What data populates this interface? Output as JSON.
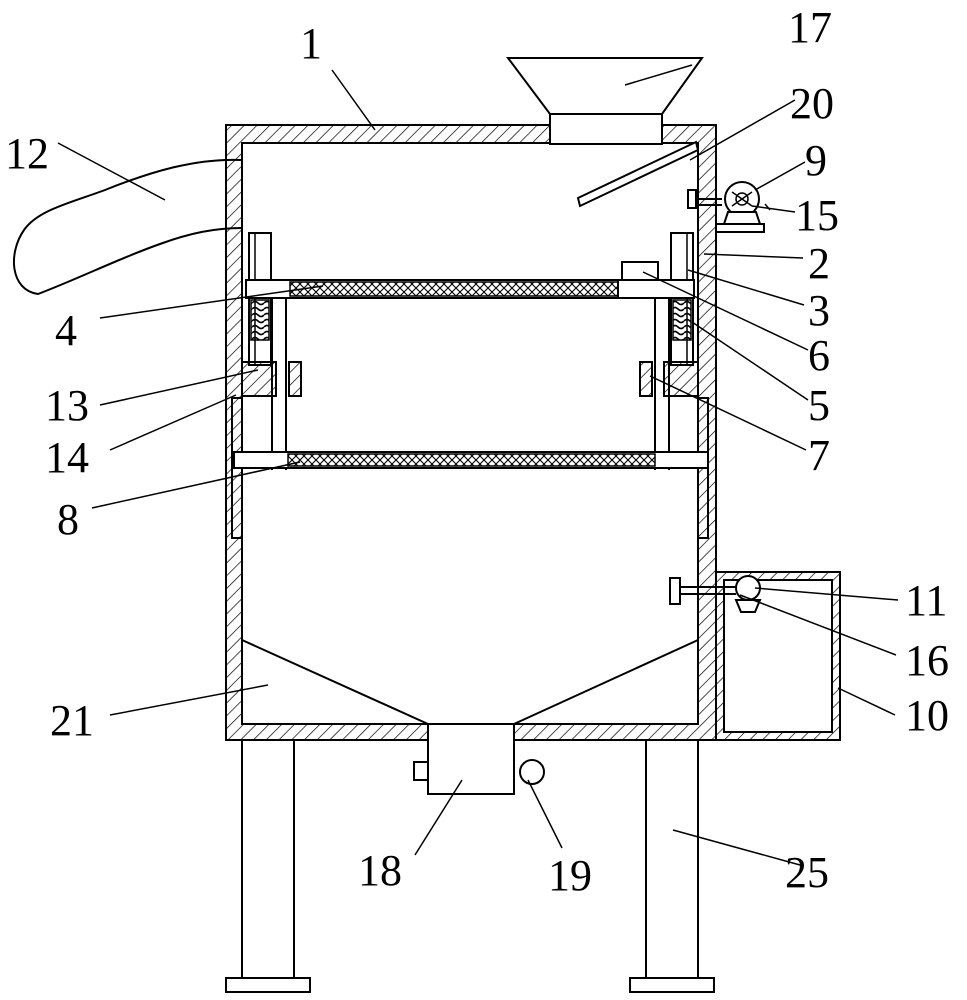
{
  "labels": {
    "l1": "1",
    "l2": "2",
    "l3": "3",
    "l4": "4",
    "l5": "5",
    "l6": "6",
    "l7": "7",
    "l8": "8",
    "l9": "9",
    "l10": "10",
    "l11": "11",
    "l12": "12",
    "l13": "13",
    "l14": "14",
    "l15": "15",
    "l16": "16",
    "l17": "17",
    "l18": "18",
    "l19": "19",
    "l20": "20",
    "l21": "21",
    "l25": "25"
  },
  "colors": {
    "line": "#000000",
    "background": "#ffffff"
  }
}
